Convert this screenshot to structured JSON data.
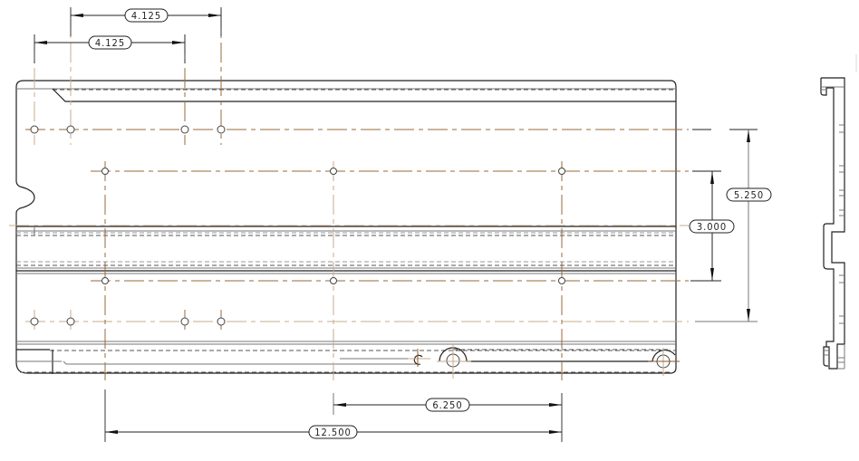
{
  "drawing": {
    "type": "engineering-drawing",
    "views": [
      "front-view",
      "side-profile-view"
    ],
    "colors": {
      "outline": "#222222",
      "centerline": "#9a6a3a",
      "centerline_light": "#c9ab8e",
      "hidden_line": "#555555"
    }
  },
  "dimensions": {
    "top_upper": {
      "label": "4.125",
      "orientation": "horizontal"
    },
    "top_lower": {
      "label": "4.125",
      "orientation": "horizontal"
    },
    "right_inner": {
      "label": "3.000",
      "orientation": "vertical"
    },
    "right_outer": {
      "label": "5.250",
      "orientation": "vertical"
    },
    "bottom_upper": {
      "label": "6.250",
      "orientation": "horizontal"
    },
    "bottom_lower": {
      "label": "12.500",
      "orientation": "horizontal"
    }
  },
  "holes": {
    "top_row_small": 4,
    "upper_row_mid": 3,
    "lower_row_mid": 3,
    "bottom_row_small": 4,
    "bottom_edge_slots": 3
  }
}
